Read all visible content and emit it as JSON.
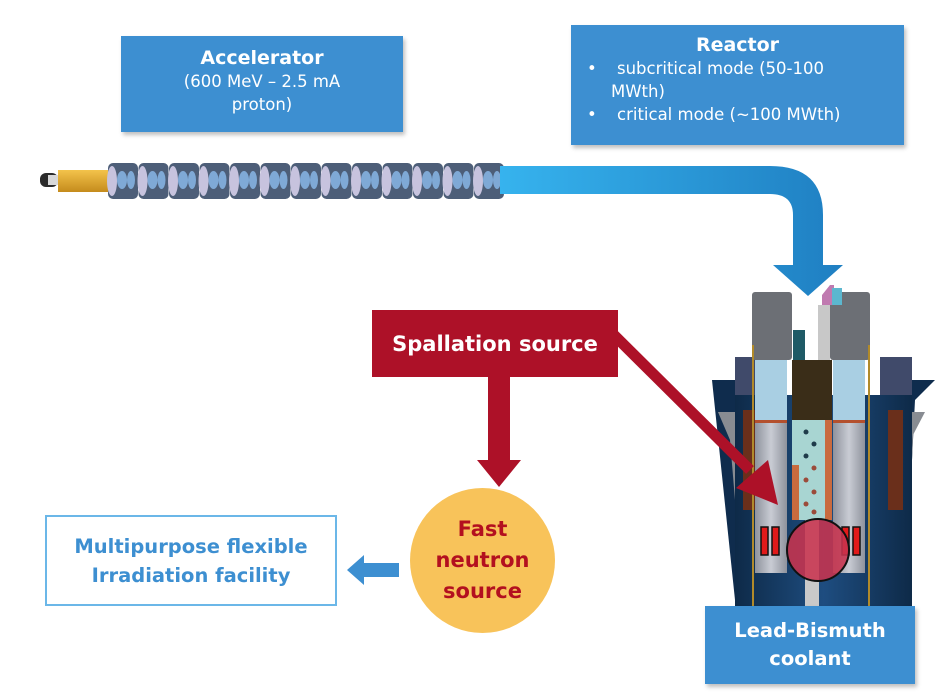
{
  "accelerator": {
    "title": "Accelerator",
    "line1": "(600 MeV – 2.5 mA",
    "line2": "proton)"
  },
  "reactor": {
    "title": "Reactor",
    "bullet": "•",
    "modes": [
      {
        "line1": "subcritical mode (50-100",
        "line2": "MWth)"
      },
      {
        "line1": "critical mode (~100 MWth)"
      }
    ]
  },
  "spallation": {
    "label": "Spallation source"
  },
  "fast_neutron": {
    "line1": "Fast",
    "line2": "neutron",
    "line3": "source"
  },
  "irradiation": {
    "line1": "Multipurpose flexible",
    "line2": "Irradiation facility"
  },
  "coolant": {
    "line1": "Lead-Bismuth",
    "line2": "coolant"
  },
  "colors": {
    "blue_box": "#3d8fd1",
    "beam_arrow": "#2f9de0",
    "spallation_red": "#ad1128",
    "fast_neutron_fill": "#f8c35a",
    "fast_neutron_text": "#b3101f",
    "irradiation_border": "#6bb7e8"
  }
}
